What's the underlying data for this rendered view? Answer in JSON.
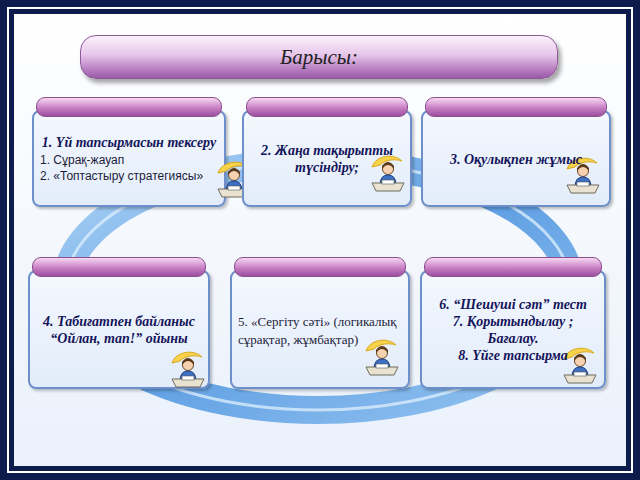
{
  "diagram": {
    "title": "Барысы:",
    "nodes": [
      {
        "text": [
          "1. Үй тапсырмасын тексеру",
          "1. Сұрақ-жауап",
          "2. «Топтастыру стратегиясы»"
        ]
      },
      {
        "text": [
          "2. Жаңа тақырыпты түсіндіру;"
        ]
      },
      {
        "text": [
          "3. Оқулықпен жұмыс"
        ]
      },
      {
        "text": [
          "4. Табиғатпен байланыс “Ойлан, тап!” ойыны"
        ]
      },
      {
        "text": [
          "5. «Сергіту сәті» (логикалық сұрақтар, жұмбақтар)"
        ]
      },
      {
        "text": [
          "6. “Шешуші сәт” тест",
          "7. Қорытындылау ; Бағалау.",
          "8. Үйге тапсырма"
        ]
      }
    ]
  }
}
